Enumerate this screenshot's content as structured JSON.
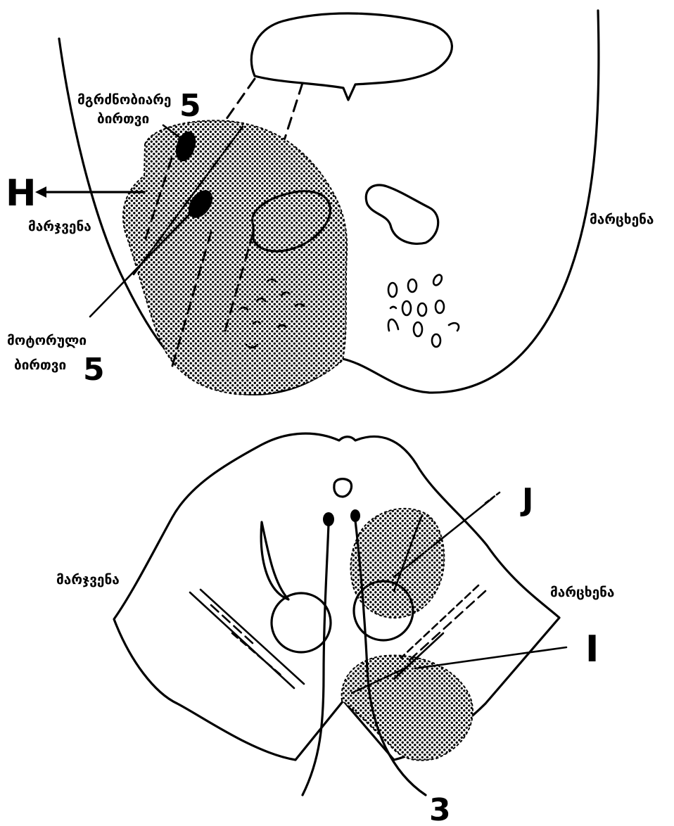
{
  "upper_section": {
    "sensory_nucleus_label": [
      "მგრძნობიარე",
      "ბირთვი"
    ],
    "sensory_nucleus_number": "5",
    "lesion_marker": "H",
    "right_side_label": "მარჯვენა",
    "left_side_label": "მარცხენა",
    "motor_nucleus_label": [
      "მოტორული",
      "ბირთვი"
    ],
    "motor_nucleus_number": "5"
  },
  "lower_section": {
    "right_side_label": "მარჯვენა",
    "left_side_label": "მარცხენა",
    "lesion_marker_j": "J",
    "lesion_marker_i": "I",
    "nerve_number": "3"
  },
  "colors": {
    "ink": "#000000",
    "paper": "#ffffff"
  }
}
